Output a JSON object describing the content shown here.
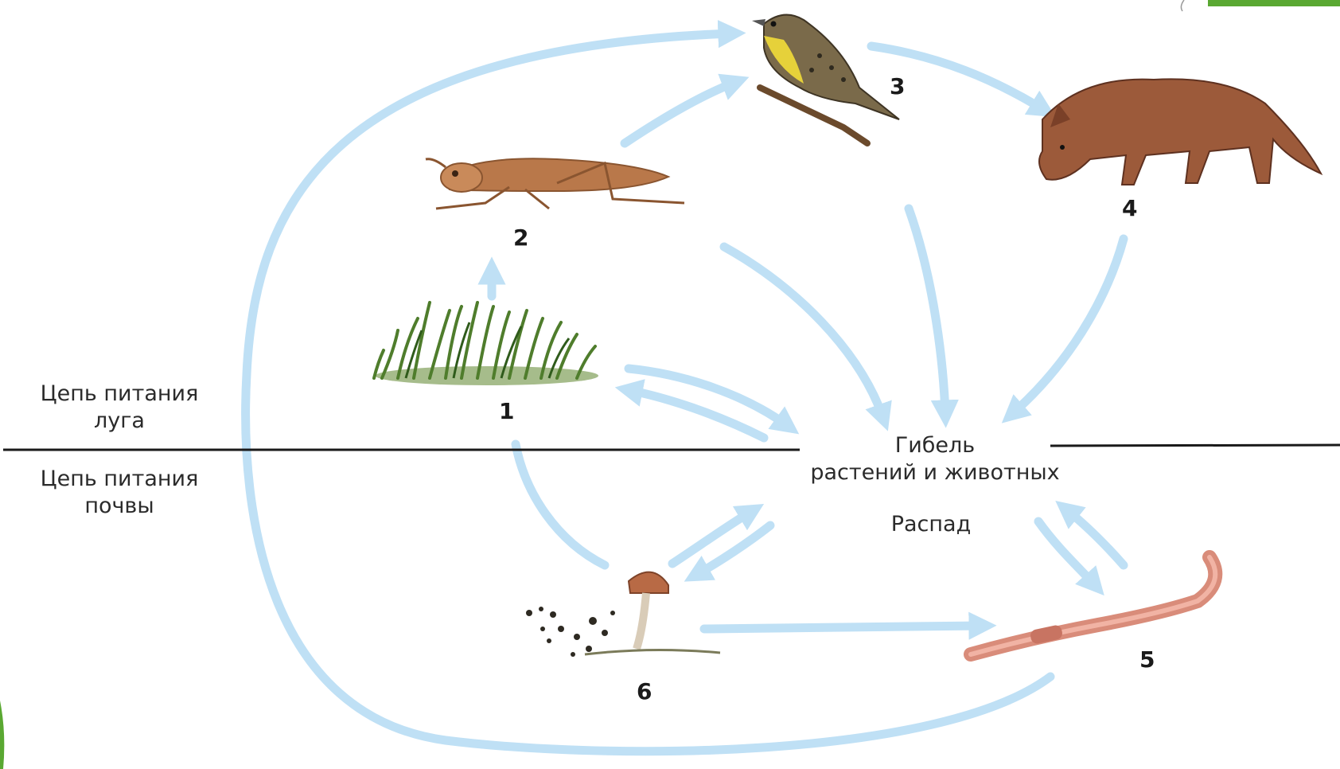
{
  "labels": {
    "meadow_chain_line1": "Цепь питания",
    "meadow_chain_line2": "луга",
    "soil_chain_line1": "Цепь питания",
    "soil_chain_line2": "почвы",
    "death_line1": "Гибель",
    "death_line2": "растений и животных",
    "decay": "Распад"
  },
  "organisms": [
    {
      "number": "1",
      "icon": "grass-icon"
    },
    {
      "number": "2",
      "icon": "grasshopper-icon"
    },
    {
      "number": "3",
      "icon": "bird-icon"
    },
    {
      "number": "4",
      "icon": "coyote-icon"
    },
    {
      "number": "5",
      "icon": "earthworm-icon"
    },
    {
      "number": "6",
      "icon": "mushroom-icon"
    }
  ],
  "colors": {
    "arrow": "#bfe0f5",
    "divider": "#1a1a1a",
    "accent": "#5aa832"
  }
}
